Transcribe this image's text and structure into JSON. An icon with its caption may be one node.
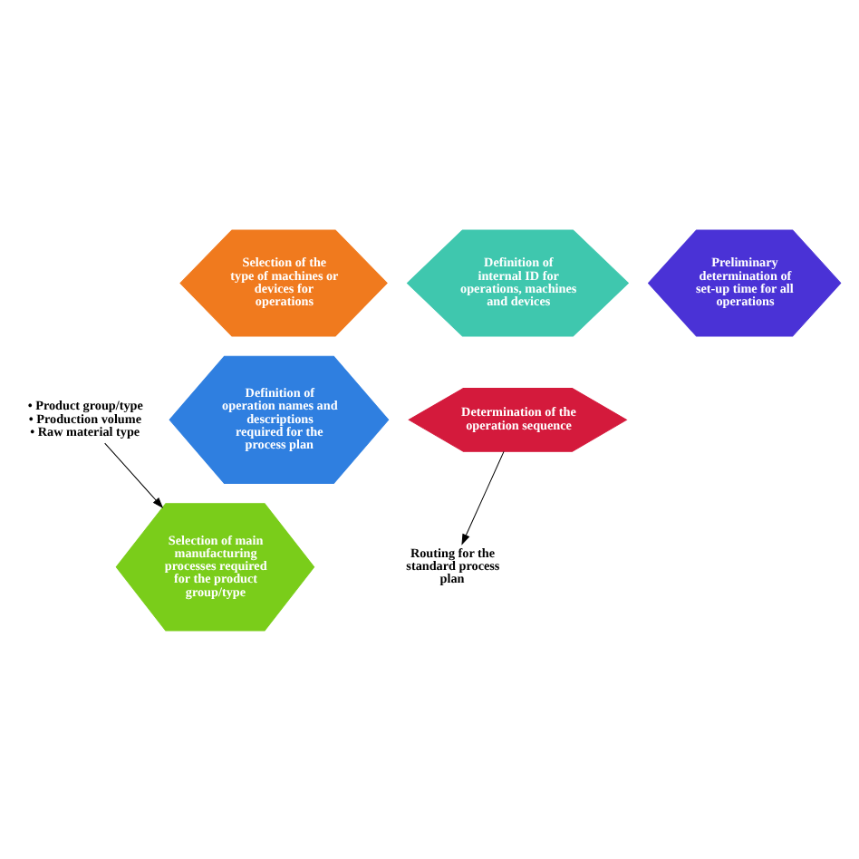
{
  "diagram": {
    "nodes": [
      {
        "text": [
          "Definition of internal ID for operations, machines and devices"
        ]
      },
      {
        "text": [
          "Selection of the type of machines or devices for operations"
        ]
      },
      {
        "text": [
          "Preliminary determination of set-up time for all operations"
        ]
      },
      {
        "text": [
          "Determination of the operation sequence"
        ]
      },
      {
        "text": [
          "Definition of operation names and descriptions required for the process plan"
        ]
      },
      {
        "text": [
          "Selection of main manufacturing processes required for the product group/type"
        ]
      },
      {
        "text": [
          "Routing for the standard process plan"
        ]
      },
      {
        "text": [
          "• Product group/type",
          "• Production volume",
          "• Raw material type"
        ]
      }
    ],
    "edges": [
      {
        "from": 3,
        "to": 6,
        "arrow": "to"
      },
      {
        "from": 7,
        "to": 5,
        "arrow": "to"
      }
    ]
  }
}
